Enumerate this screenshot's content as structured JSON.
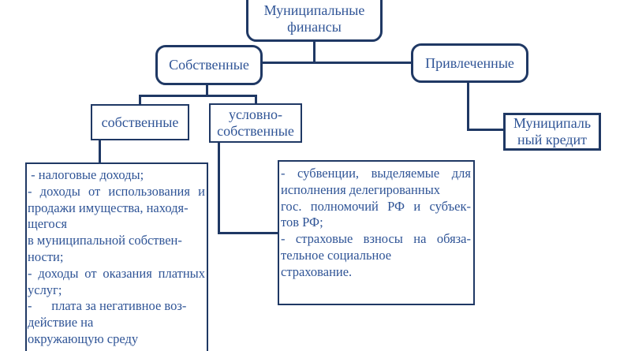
{
  "colors": {
    "border": "#1F3864",
    "text": "#2F5496",
    "background": "#FFFFFF"
  },
  "nodes": {
    "municipal_finance": {
      "line1": "Муниципальные",
      "line2": "финансы"
    },
    "own": {
      "label": "Собственные"
    },
    "attracted": {
      "label": "Привлеченные"
    },
    "own_sub": {
      "label": "собственные"
    },
    "conditionally_own": {
      "line1": "условно-",
      "line2": "собственные"
    },
    "municipal_credit": {
      "line1": "Муниципаль",
      "line2": "ный кредит"
    },
    "own_revenues": {
      "lines": [
        {
          "text": " - налоговые доходы;",
          "justify": false
        },
        {
          "text": "- доходы от использования и",
          "justify": true
        },
        {
          "text": "продажи имущества, находя-",
          "justify": false
        },
        {
          "text": "щегося",
          "justify": false
        },
        {
          "text": "в муниципальной собствен-",
          "justify": false
        },
        {
          "text": "ности;",
          "justify": false
        },
        {
          "text": "- доходы от оказания платных",
          "justify": true
        },
        {
          "text": "услуг;",
          "justify": false
        },
        {
          "text": "-      плата за негативное воз-",
          "justify": false
        },
        {
          "text": "действие на",
          "justify": false
        },
        {
          "text": "окружающую среду",
          "justify": false
        }
      ]
    },
    "subventions": {
      "lines": [
        {
          "text": "- субвенции, выделяемые для",
          "justify": true
        },
        {
          "text": "исполнения делегированных",
          "justify": false
        },
        {
          "text": "гос. полномочий РФ и субъек-",
          "justify": true
        },
        {
          "text": "тов РФ;",
          "justify": false
        },
        {
          "text": "- страховые взносы на обяза-",
          "justify": true
        },
        {
          "text": "тельное социальное",
          "justify": false
        },
        {
          "text": "страхование.",
          "justify": false
        }
      ]
    }
  }
}
